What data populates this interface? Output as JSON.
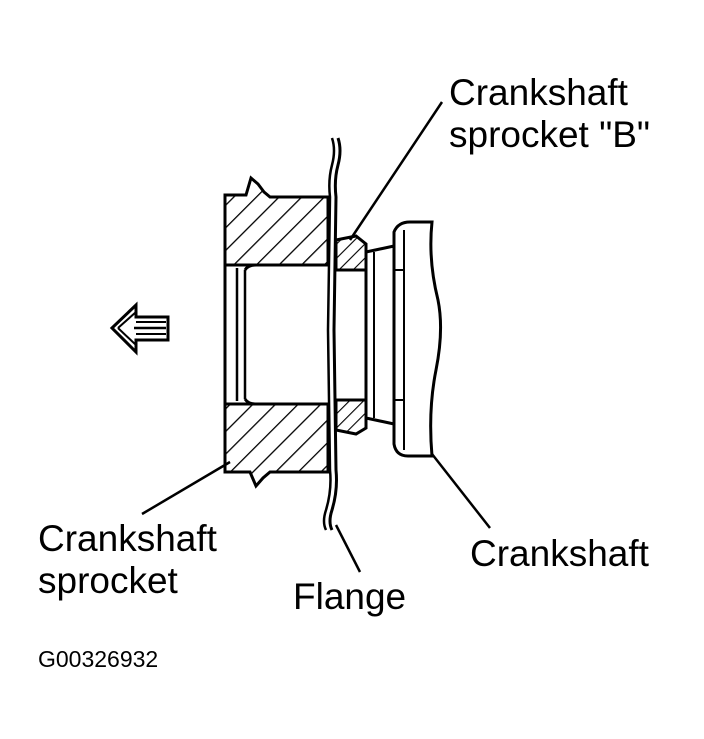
{
  "labels": {
    "sprocket_b_line1": "Crankshaft",
    "sprocket_b_line2": "sprocket \"B\"",
    "sprocket_line1": "Crankshaft",
    "sprocket_line2": "sprocket",
    "flange": "Flange",
    "crankshaft": "Crankshaft"
  },
  "figure_code": "G00326932",
  "icons": {
    "direction_arrow": "arrow-left-icon"
  },
  "colors": {
    "ink": "#000000",
    "paper": "#ffffff"
  }
}
